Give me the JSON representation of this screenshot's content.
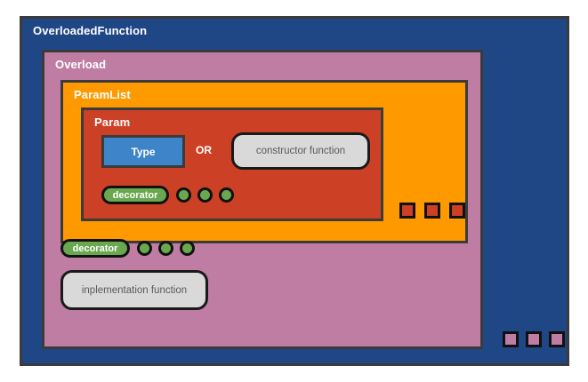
{
  "diagram": {
    "title": "OverloadedFunction structure diagram",
    "levels": {
      "overloaded_function": {
        "label": "OverloadedFunction",
        "color": "#1f4685"
      },
      "overload": {
        "label": "Overload",
        "color": "#bf7da3"
      },
      "param_list": {
        "label": "ParamList",
        "color": "#ff9900"
      },
      "param": {
        "label": "Param",
        "color": "#cc4125"
      }
    },
    "param_contents": {
      "type_label": "Type",
      "type_color": "#3d85c8",
      "or_label": "OR",
      "constructor_function_label": "constructor function",
      "decorator_label": "decorator",
      "decorator_color": "#6aa84f",
      "dot_count": 3
    },
    "overload_contents": {
      "decorator_label": "decorator",
      "implementation_function_label": "inplementation function",
      "dot_count": 3
    },
    "param_list_repeat_squares": {
      "count": 3,
      "color": "#cc4125",
      "meaning": "repeated Param blocks"
    },
    "overloaded_function_repeat_squares": {
      "count": 3,
      "color": "#bf7da3",
      "meaning": "repeated Overload blocks"
    }
  }
}
